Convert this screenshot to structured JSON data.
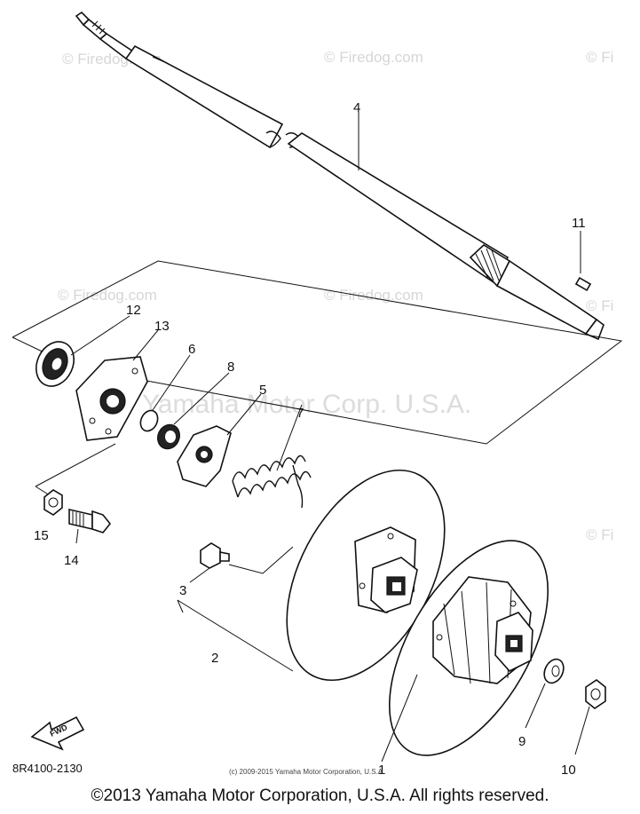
{
  "diagram": {
    "part_numbers": [
      "1",
      "2",
      "3",
      "4",
      "5",
      "6",
      "7",
      "8",
      "9",
      "10",
      "11",
      "12",
      "13",
      "14",
      "15"
    ],
    "fwd_label": "FWD",
    "drawing_code": "8R4100-2130",
    "small_credit": "(c) 2009-2015 Yamaha Motor Corporation, U.S.A."
  },
  "watermarks": {
    "site": "© Firedog.com",
    "site_short": "© Fi",
    "brand": "Yamaha Motor Corp. U.S.A."
  },
  "footer": {
    "copyright": "©2013 Yamaha Motor Corporation, U.S.A. All rights reserved."
  }
}
